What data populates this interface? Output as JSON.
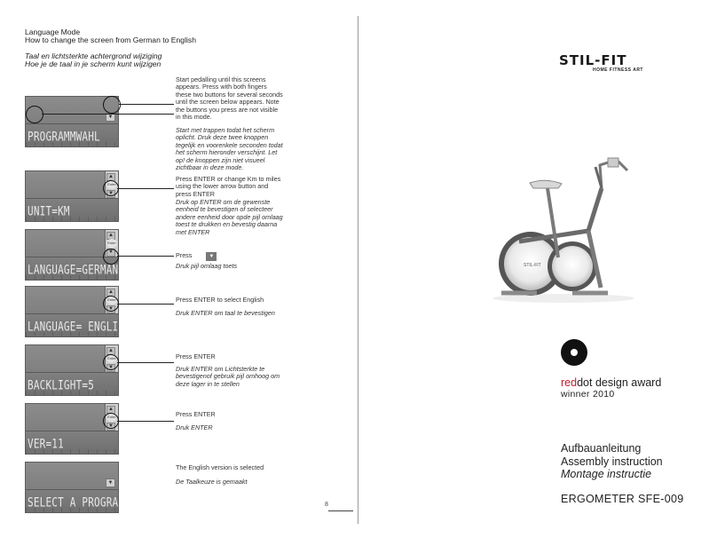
{
  "header": {
    "title_en_1": "Language Mode",
    "title_en_2": "How to change the screen from German to English",
    "title_nl_1": "Taal en lichtsterkte achtergrond wijziging",
    "title_nl_2": "Hoe je de taal in je scherm kunt wijzigen"
  },
  "panel_labels": {
    "enter": "Enter",
    "up": "▲",
    "down": "▼"
  },
  "steps": [
    {
      "lcd": "PROGRAMMWAHL",
      "en": "Start pedalling until this screens appears. Press with both fingers these two buttons for several seconds until the screen below appears. Note the buttons you press are not visible in this mode.",
      "nl": "Start met trappen todat het scherm oplicht. Druk deze twee knoppen tegelijk en voorenkele seconden todat het scherm hieronder verschijnt. Let op! de knoppen zijn niet visueel zichtbaar in deze mode."
    },
    {
      "lcd": "UNIT=KM",
      "en": "Press ENTER or change Km to miles using the lower arrow button and press ENTER",
      "nl": "Druk op ENTER om de gewenste eenheid te bevestigen of selecteer andere eenheid door opde pijl omlaag toest te drukken en bevestig daarna met ENTER"
    },
    {
      "lcd": "LANGUAGE=GERMAN",
      "en": "Press",
      "nl": "Druk pijl omlaag toets"
    },
    {
      "lcd": "LANGUAGE= ENGLISH",
      "en": "Press ENTER to select English",
      "nl": "Druk ENTER om taal te bevestigen"
    },
    {
      "lcd": "BACKLIGHT=5",
      "en": "Press ENTER",
      "nl": "Druk ENTER om Lichtsterkte te bevestigenof gebruik pijl omhoog om deze lager in te stellen"
    },
    {
      "lcd": "VER=11",
      "en": "Press ENTER",
      "nl": "Druk ENTER"
    },
    {
      "lcd": "SELECT A PROGRAM",
      "en": "The English version is selected",
      "nl": "De Taalkeuze is gemaakt"
    }
  ],
  "page_number": "8",
  "brand": {
    "logo": "STIL-FIT",
    "tagline": "HOME FITNESS ART"
  },
  "award": {
    "red": "red",
    "dot": "dot",
    "rest": " design award",
    "line2": "winner 2010"
  },
  "manual": {
    "line1": "Aufbauanleitung",
    "line2": "Assembly instruction",
    "line3": "Montage instructie",
    "model": "ERGOMETER SFE-009"
  },
  "colors": {
    "award_red": "#c21d2d",
    "panel_gray": "#808080"
  }
}
